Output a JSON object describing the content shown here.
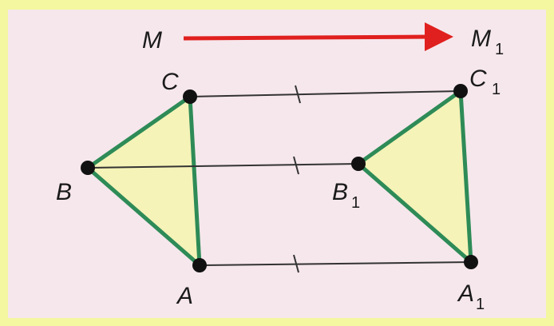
{
  "labels": {
    "m": "M",
    "m1_base": "M",
    "m1_sub": "1",
    "c": "C",
    "c1_base": "C",
    "c1_sub": "1",
    "b": "B",
    "b1_base": "B",
    "b1_sub": "1",
    "a": "A",
    "a1_base": "A",
    "a1_sub": "1"
  },
  "colors": {
    "background_border": "#f4f7a0",
    "panel": "#f6e7ec",
    "triangle_fill": "#f5f3b8",
    "triangle_stroke": "#2e8b57",
    "vector_arrow": "#e0201e",
    "segment": "#333333",
    "point": "#111111"
  }
}
